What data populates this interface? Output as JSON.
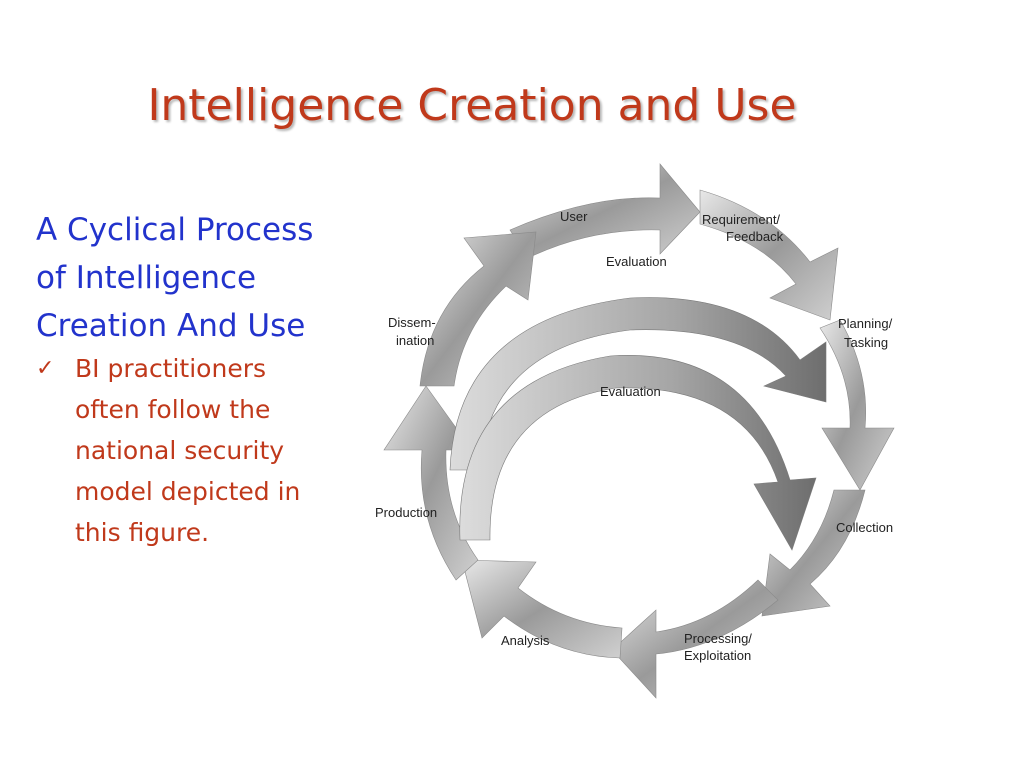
{
  "slide": {
    "title": "Intelligence Creation and Use",
    "heading_lines": [
      "A Cyclical Process",
      "of Intelligence",
      "Creation And Use"
    ],
    "bullet_icon": "checkmark-icon",
    "bullet_lines": [
      "BI practitioners",
      "often follow the",
      "national security",
      "model depicted in",
      "this figure."
    ],
    "title_color": "#C0391B",
    "heading_color": "#2233CC"
  },
  "diagram": {
    "outer_stages": [
      "User",
      "Requirement/",
      "Feedback",
      "Planning/",
      "Tasking",
      "Collection",
      "Processing/",
      "Exploitation",
      "Analysis",
      "Production",
      "Dissem-",
      "ination"
    ],
    "outer_evaluation": "Evaluation",
    "inner_evaluation": "Evaluation"
  }
}
